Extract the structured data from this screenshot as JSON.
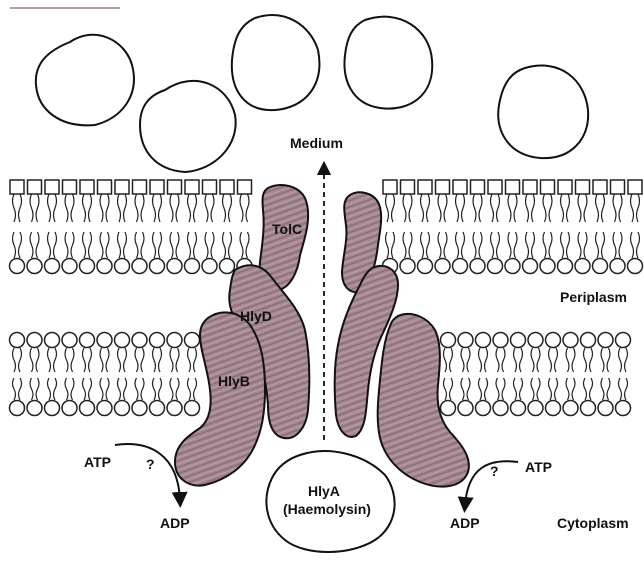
{
  "labels": {
    "medium": "Medium",
    "periplasm": "Periplasm",
    "cytoplasm": "Cytoplasm",
    "tolc": "TolC",
    "hlyd": "HlyD",
    "hlyb": "HlyB",
    "atp_left": "ATP",
    "q_left": "?",
    "adp_left": "ADP",
    "atp_right": "ATP",
    "q_right": "?",
    "adp_right": "ADP",
    "hlya_line1": "HlyA",
    "hlya_line2": "(Haemolysin)"
  },
  "colors": {
    "protein_fill": "#a78a94",
    "outline": "#111111",
    "membrane_stroke": "#222222"
  },
  "icons": {
    "export_arrow": "dashed-up-arrow",
    "reaction_arrow": "curved-arrow"
  }
}
